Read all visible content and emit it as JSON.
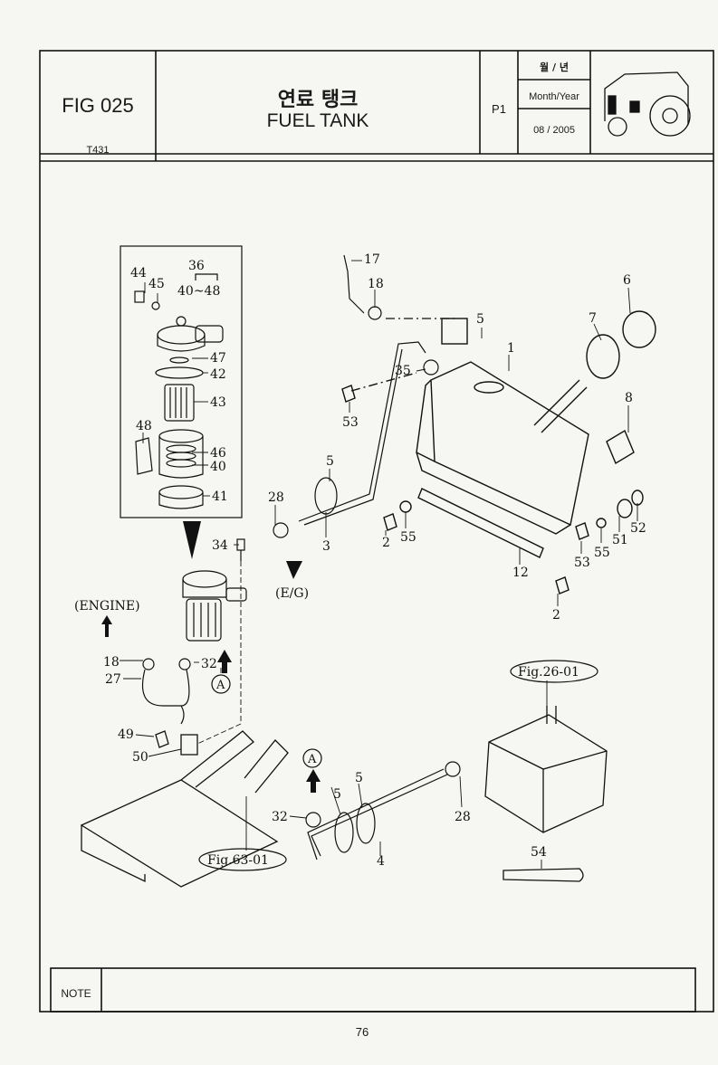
{
  "header": {
    "fig_no": "FIG 025",
    "model": "T431",
    "title_ko": "연료 탱크",
    "title_en": "FUEL TANK",
    "page_code": "P1",
    "month_year_ko": "월 / 년",
    "month_year_en": "Month/Year",
    "date": "08 / 2005"
  },
  "callouts": {
    "n44": "44",
    "n45": "45",
    "n36": "36",
    "n40_48": "40~48",
    "n47": "47",
    "n42": "42",
    "n43": "43",
    "n48": "48",
    "n46": "46",
    "n40": "40",
    "n41": "41",
    "n17": "17",
    "n18a": "18",
    "n5a": "5",
    "n6": "6",
    "n7": "7",
    "n1": "1",
    "n35": "35",
    "n53a": "53",
    "n8": "8",
    "n5b": "5",
    "n28a": "28",
    "n3": "3",
    "n2a": "2",
    "n55a": "55",
    "n52": "52",
    "n51": "51",
    "n55b": "55",
    "n53b": "53",
    "n12": "12",
    "n2b": "2",
    "n34": "34",
    "n18b": "18",
    "n32a": "32",
    "n27": "27",
    "n49": "49",
    "n50": "50",
    "n5c": "5",
    "n5d": "5",
    "n32b": "32",
    "n28b": "28",
    "n4": "4",
    "n54": "54",
    "circle_a1": "A",
    "circle_a2": "A",
    "engine": "(ENGINE)",
    "eg": "(E/G)",
    "ref_fig26": "Fig.26-01",
    "ref_fig63": "Fig.63-01"
  },
  "footer": {
    "note_label": "NOTE",
    "page_number": "76"
  }
}
